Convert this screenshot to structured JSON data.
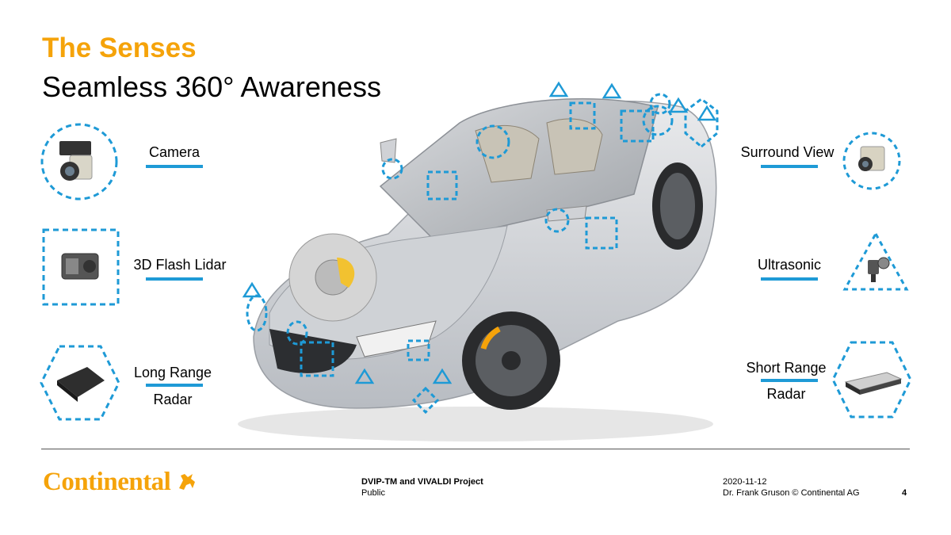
{
  "header": {
    "title": "The Senses",
    "subtitle": "Seamless 360° Awareness"
  },
  "sensors_left": [
    {
      "label": "Camera",
      "icon": "camera-sensor-icon"
    },
    {
      "label": "3D Flash Lidar",
      "icon": "lidar-sensor-icon"
    },
    {
      "label_line1": "Long Range",
      "label_line2": "Radar",
      "icon": "long-range-radar-icon"
    }
  ],
  "sensors_right": [
    {
      "label": "Surround View",
      "icon": "surround-view-camera-icon"
    },
    {
      "label": "Ultrasonic",
      "icon": "ultrasonic-sensor-icon"
    },
    {
      "label_line1": "Short Range",
      "label_line2": "Radar",
      "icon": "short-range-radar-icon"
    }
  ],
  "footer": {
    "logo_text": "Continental",
    "project": "DVIP-TM and VIVALDI Project",
    "classification": "Public",
    "date": "2020-11-12",
    "author": "Dr. Frank Gruson © Continental AG",
    "page_number": "4"
  },
  "colors": {
    "accent_orange": "#f5a30a",
    "sensor_blue": "#1e9ad6"
  }
}
